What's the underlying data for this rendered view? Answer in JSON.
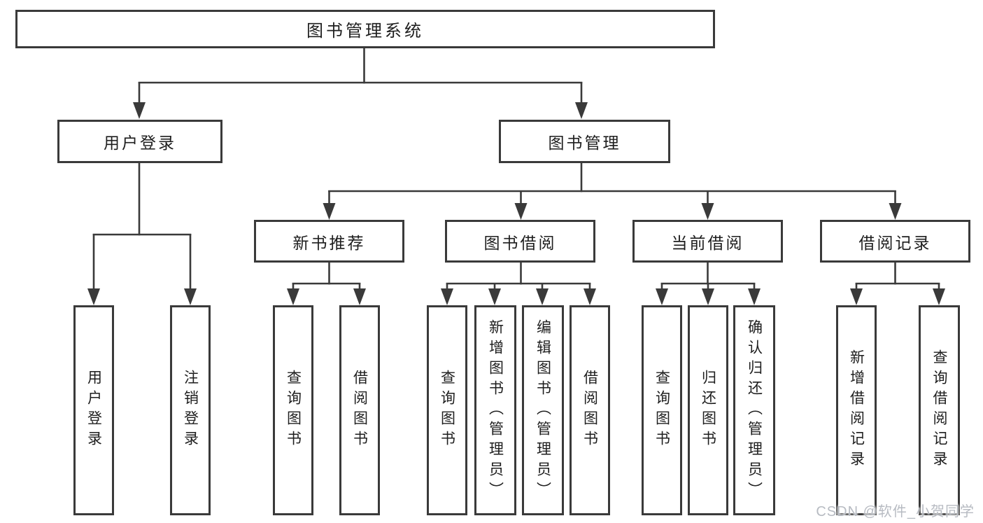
{
  "diagram": {
    "root": {
      "label": "图书管理系统"
    },
    "branches": [
      {
        "label": "用户登录",
        "children": [
          {
            "label": "用户登录"
          },
          {
            "label": "注销登录"
          }
        ]
      },
      {
        "label": "图书管理",
        "children": [
          {
            "label": "新书推荐",
            "children": [
              {
                "label": "查询图书"
              },
              {
                "label": "借阅图书"
              }
            ]
          },
          {
            "label": "图书借阅",
            "children": [
              {
                "label": "查询图书"
              },
              {
                "label": "新增图书（管理员）"
              },
              {
                "label": "编辑图书（管理员）"
              },
              {
                "label": "借阅图书"
              }
            ]
          },
          {
            "label": "当前借阅",
            "children": [
              {
                "label": "查询图书"
              },
              {
                "label": "归还图书"
              },
              {
                "label": "确认归还（管理员）"
              }
            ]
          },
          {
            "label": "借阅记录",
            "children": [
              {
                "label": "新增借阅记录"
              },
              {
                "label": "查询借阅记录"
              }
            ]
          }
        ]
      }
    ]
  },
  "watermark": {
    "text": "CSDN @软件_小贺同学"
  },
  "colors": {
    "line": "#3a3a3a",
    "text": "#1e1e1e",
    "background": "#ffffff",
    "watermark": "#b7bbc2"
  }
}
